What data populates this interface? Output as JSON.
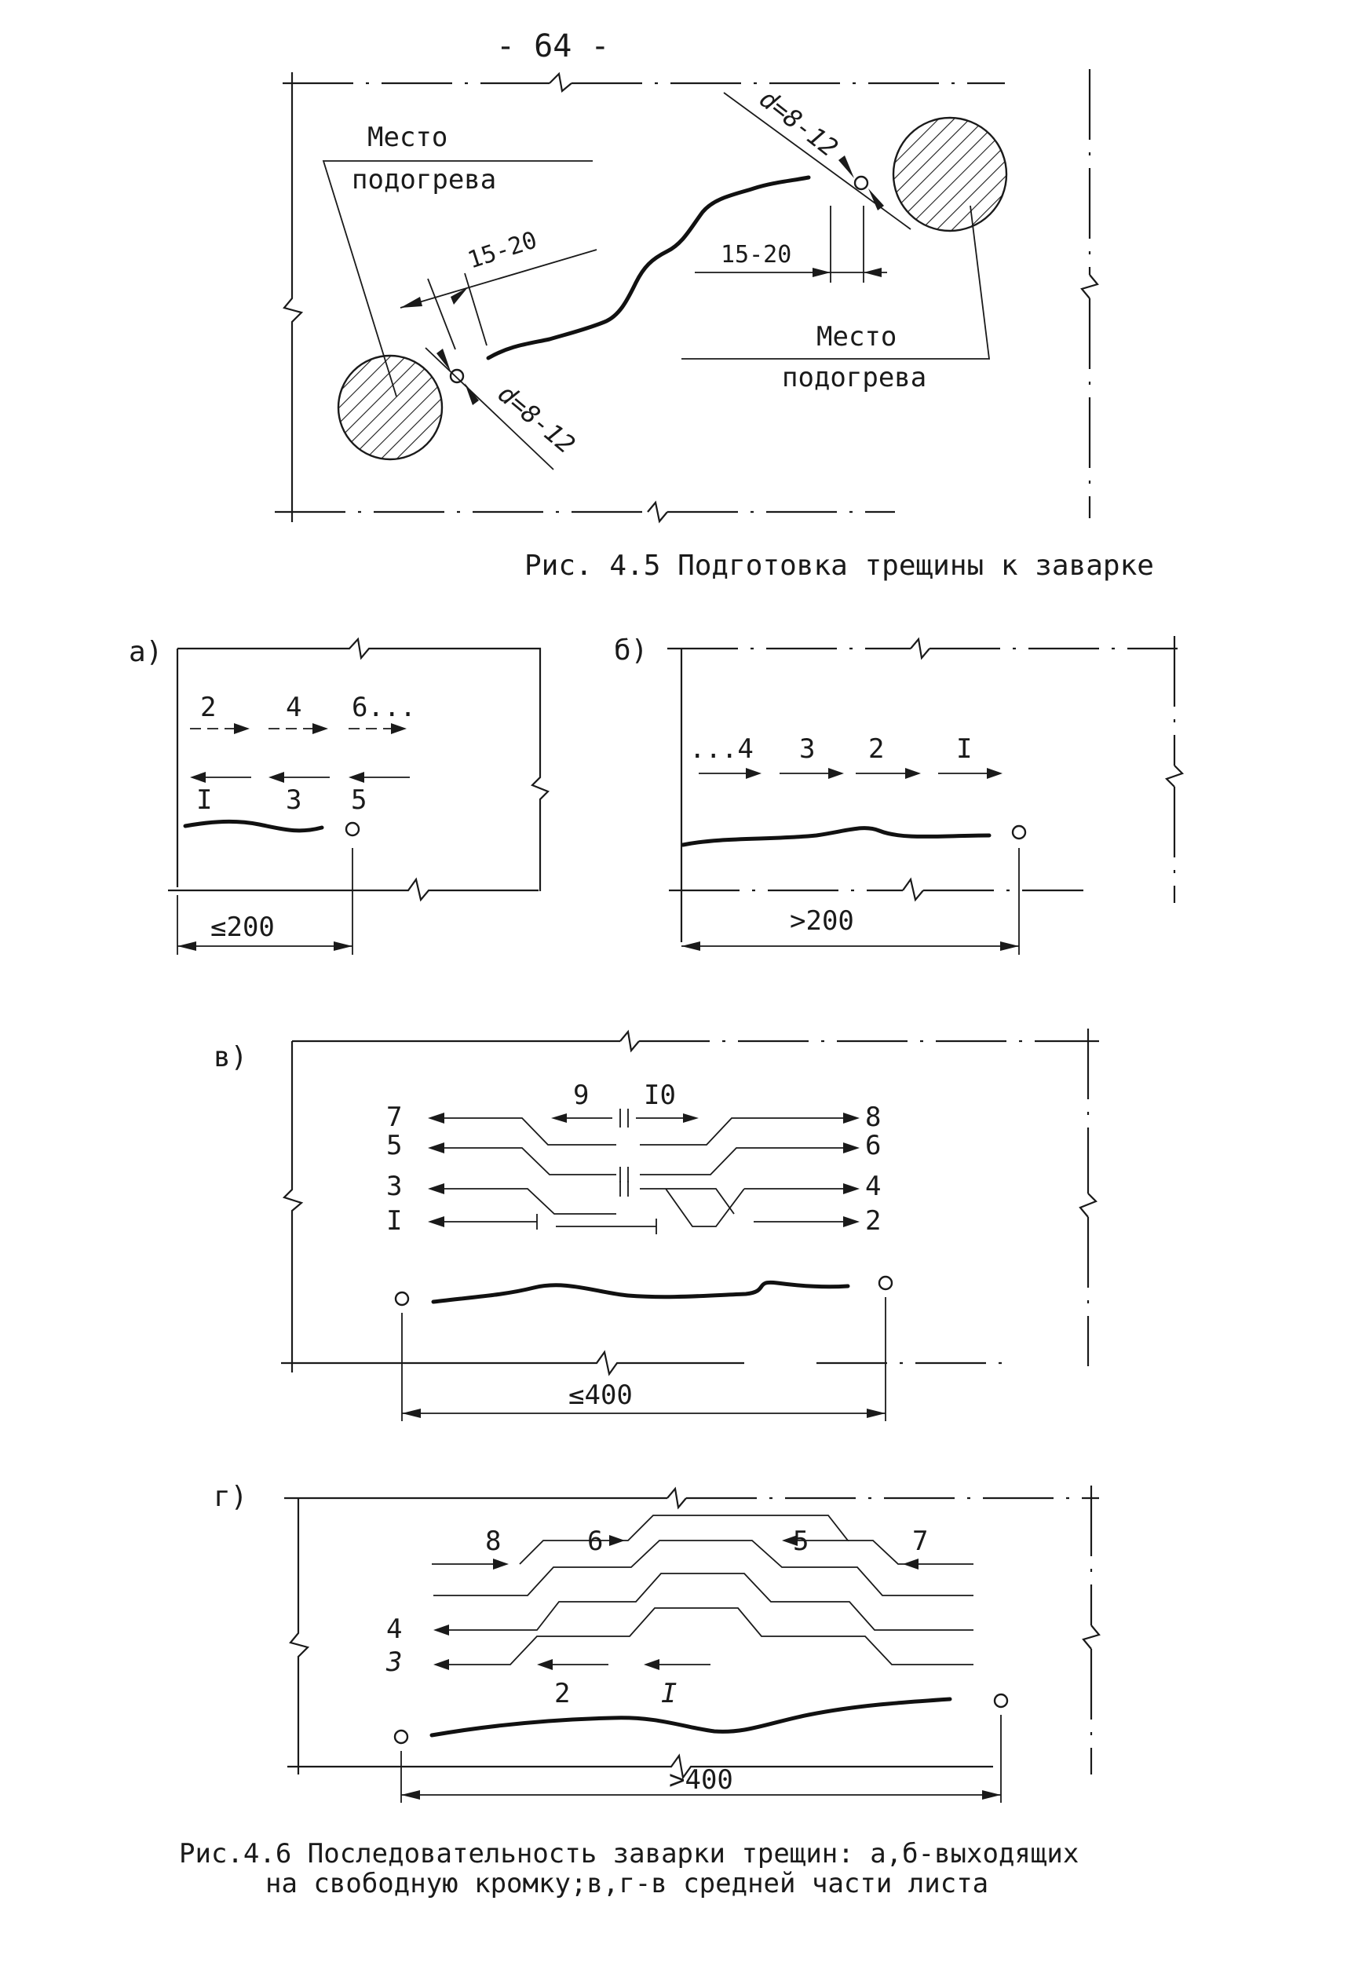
{
  "page_number": "- 64 -",
  "fig45": {
    "heat_place_left": [
      "Место",
      "подогрева"
    ],
    "heat_place_right": [
      "Место",
      "подогрева"
    ],
    "dim_offset_left": "15-20",
    "dim_offset_right": "15-20",
    "dim_d_left": "d=8-12",
    "dim_d_right": "d=8-12",
    "caption": "Рис. 4.5 Подготовка трещины к заварке"
  },
  "fig46": {
    "a": {
      "label": "а)",
      "top_numbers": [
        "2",
        "4",
        "6..."
      ],
      "bottom_numbers": [
        "I",
        "3",
        "5"
      ],
      "dimension": "≤200"
    },
    "b": {
      "label": "б)",
      "numbers": [
        "...4",
        "3",
        "2",
        "I"
      ],
      "dimension": ">200"
    },
    "v": {
      "label": "в)",
      "left_numbers": [
        "7",
        "5",
        "3",
        "I"
      ],
      "right_numbers": [
        "8",
        "6",
        "4",
        "2"
      ],
      "center_numbers": [
        "9",
        "I0"
      ],
      "dimension": "≤400"
    },
    "g": {
      "label": "г)",
      "top_numbers": [
        "8",
        "6",
        "5",
        "7"
      ],
      "left_numbers": [
        "4",
        "3"
      ],
      "bottom_numbers": [
        "2",
        "I"
      ],
      "dimension": ">400"
    },
    "caption_line1": "Рис.4.6 Последовательность заварки трещин: а,б-выходящих",
    "caption_line2": "на свободную кромку;в,г-в средней части листа"
  }
}
